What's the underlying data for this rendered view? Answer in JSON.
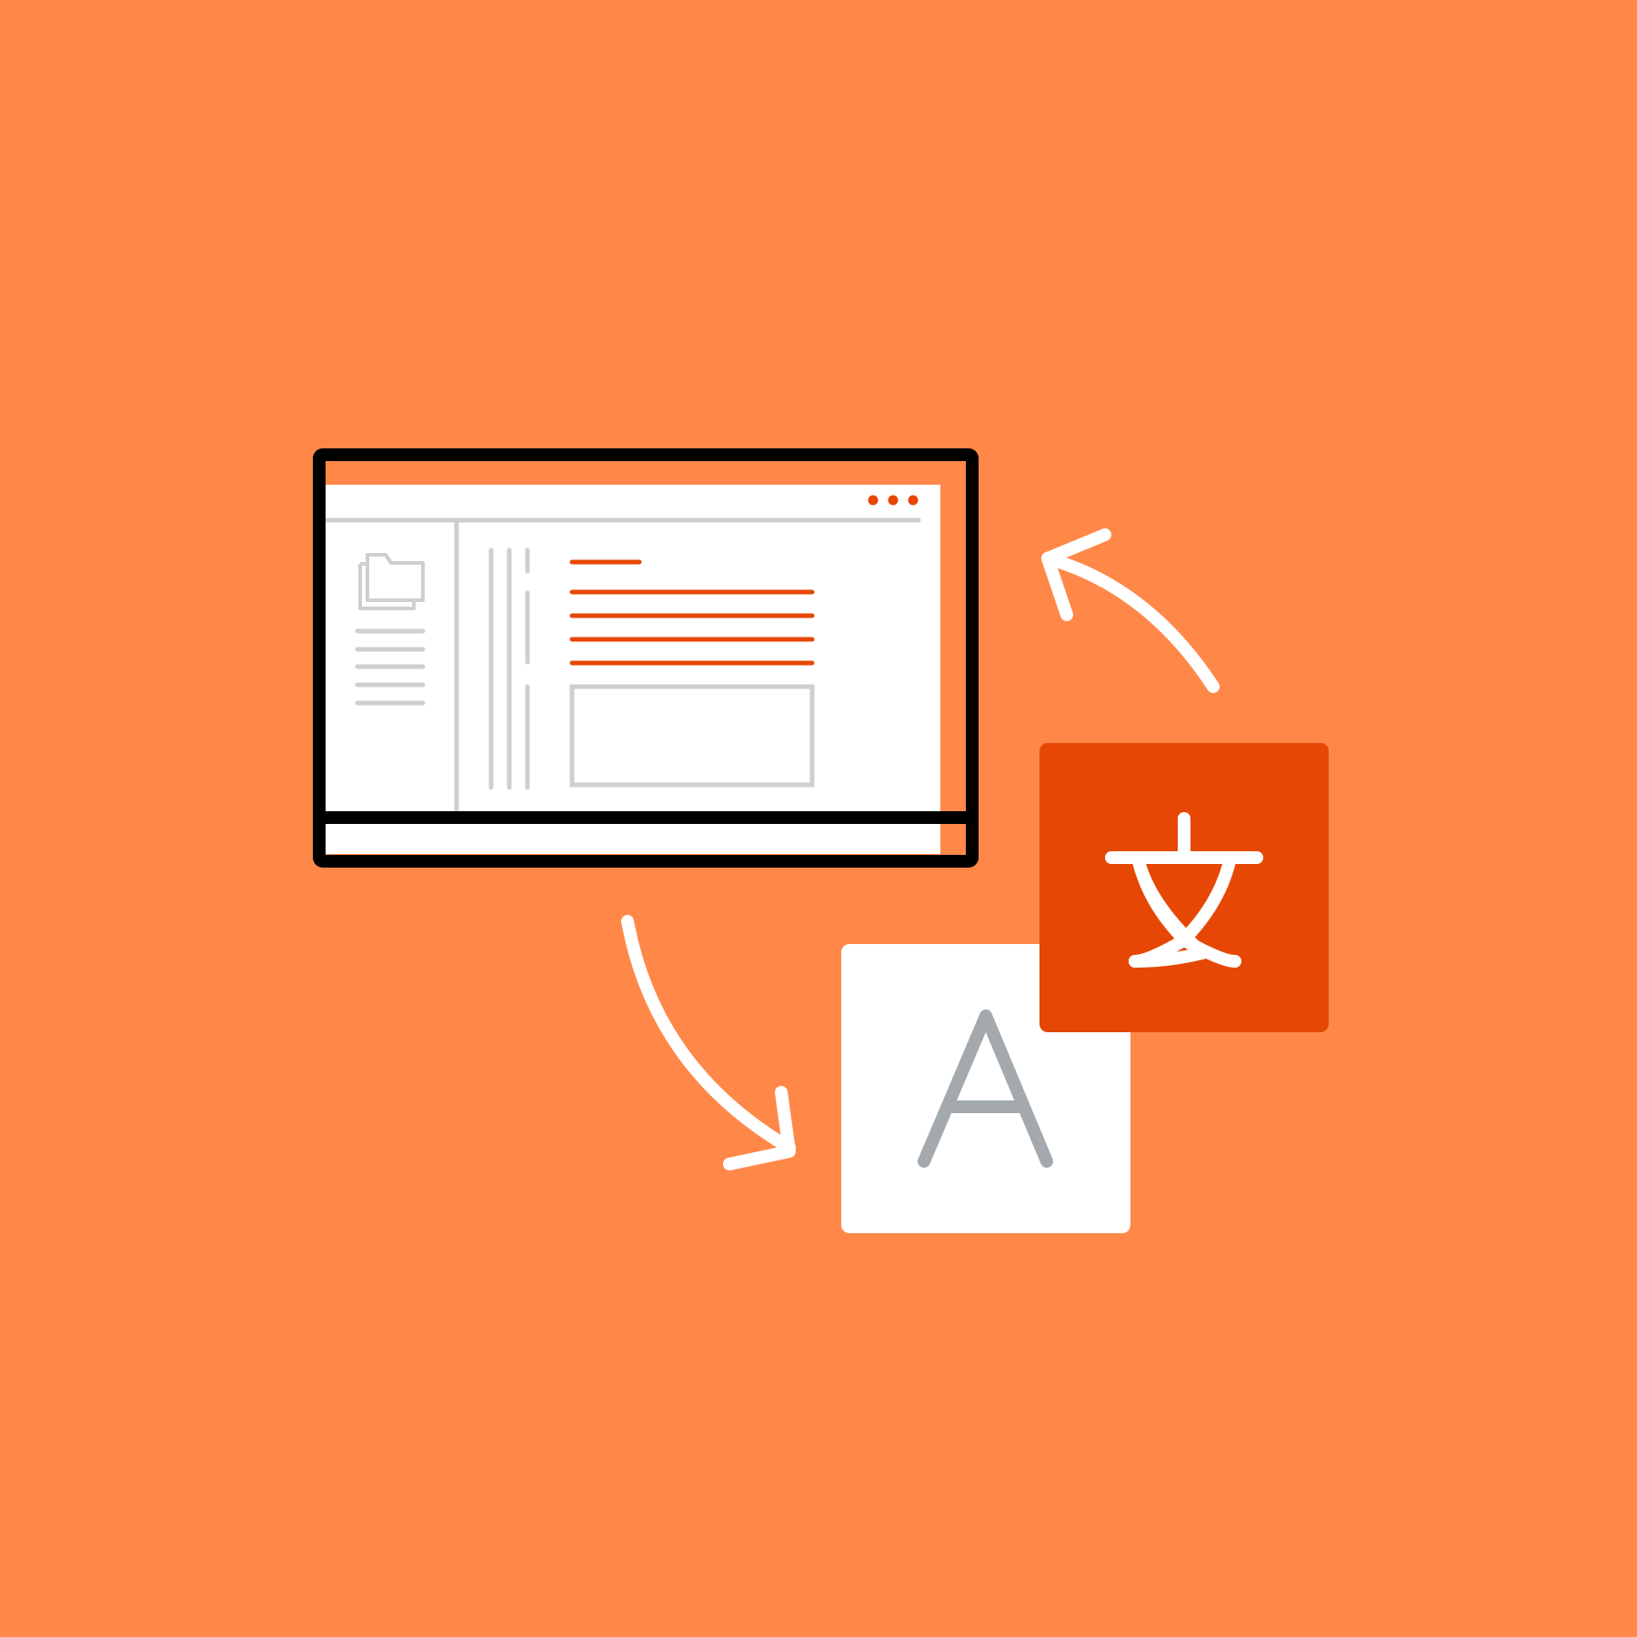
{
  "colors": {
    "background": "#FF8849",
    "accent": "#E64705",
    "frame": "#000000",
    "paper": "#FFFFFF",
    "muted": "#CFCFCF",
    "glyph_gray": "#A3A9AC"
  },
  "illustration": {
    "browser_window": {
      "window_controls": [
        "dot",
        "dot",
        "dot"
      ],
      "sidebar_icon": "folder-icon",
      "sidebar_lines": 5,
      "content_lines": 5
    },
    "source_language_card": {
      "icon": "letter-a-icon",
      "glyph": "A"
    },
    "target_language_card": {
      "icon": "chinese-character-wen-icon",
      "glyph": "文"
    },
    "arrows": [
      "window-to-source-arrow-icon",
      "target-to-window-arrow-icon"
    ]
  }
}
